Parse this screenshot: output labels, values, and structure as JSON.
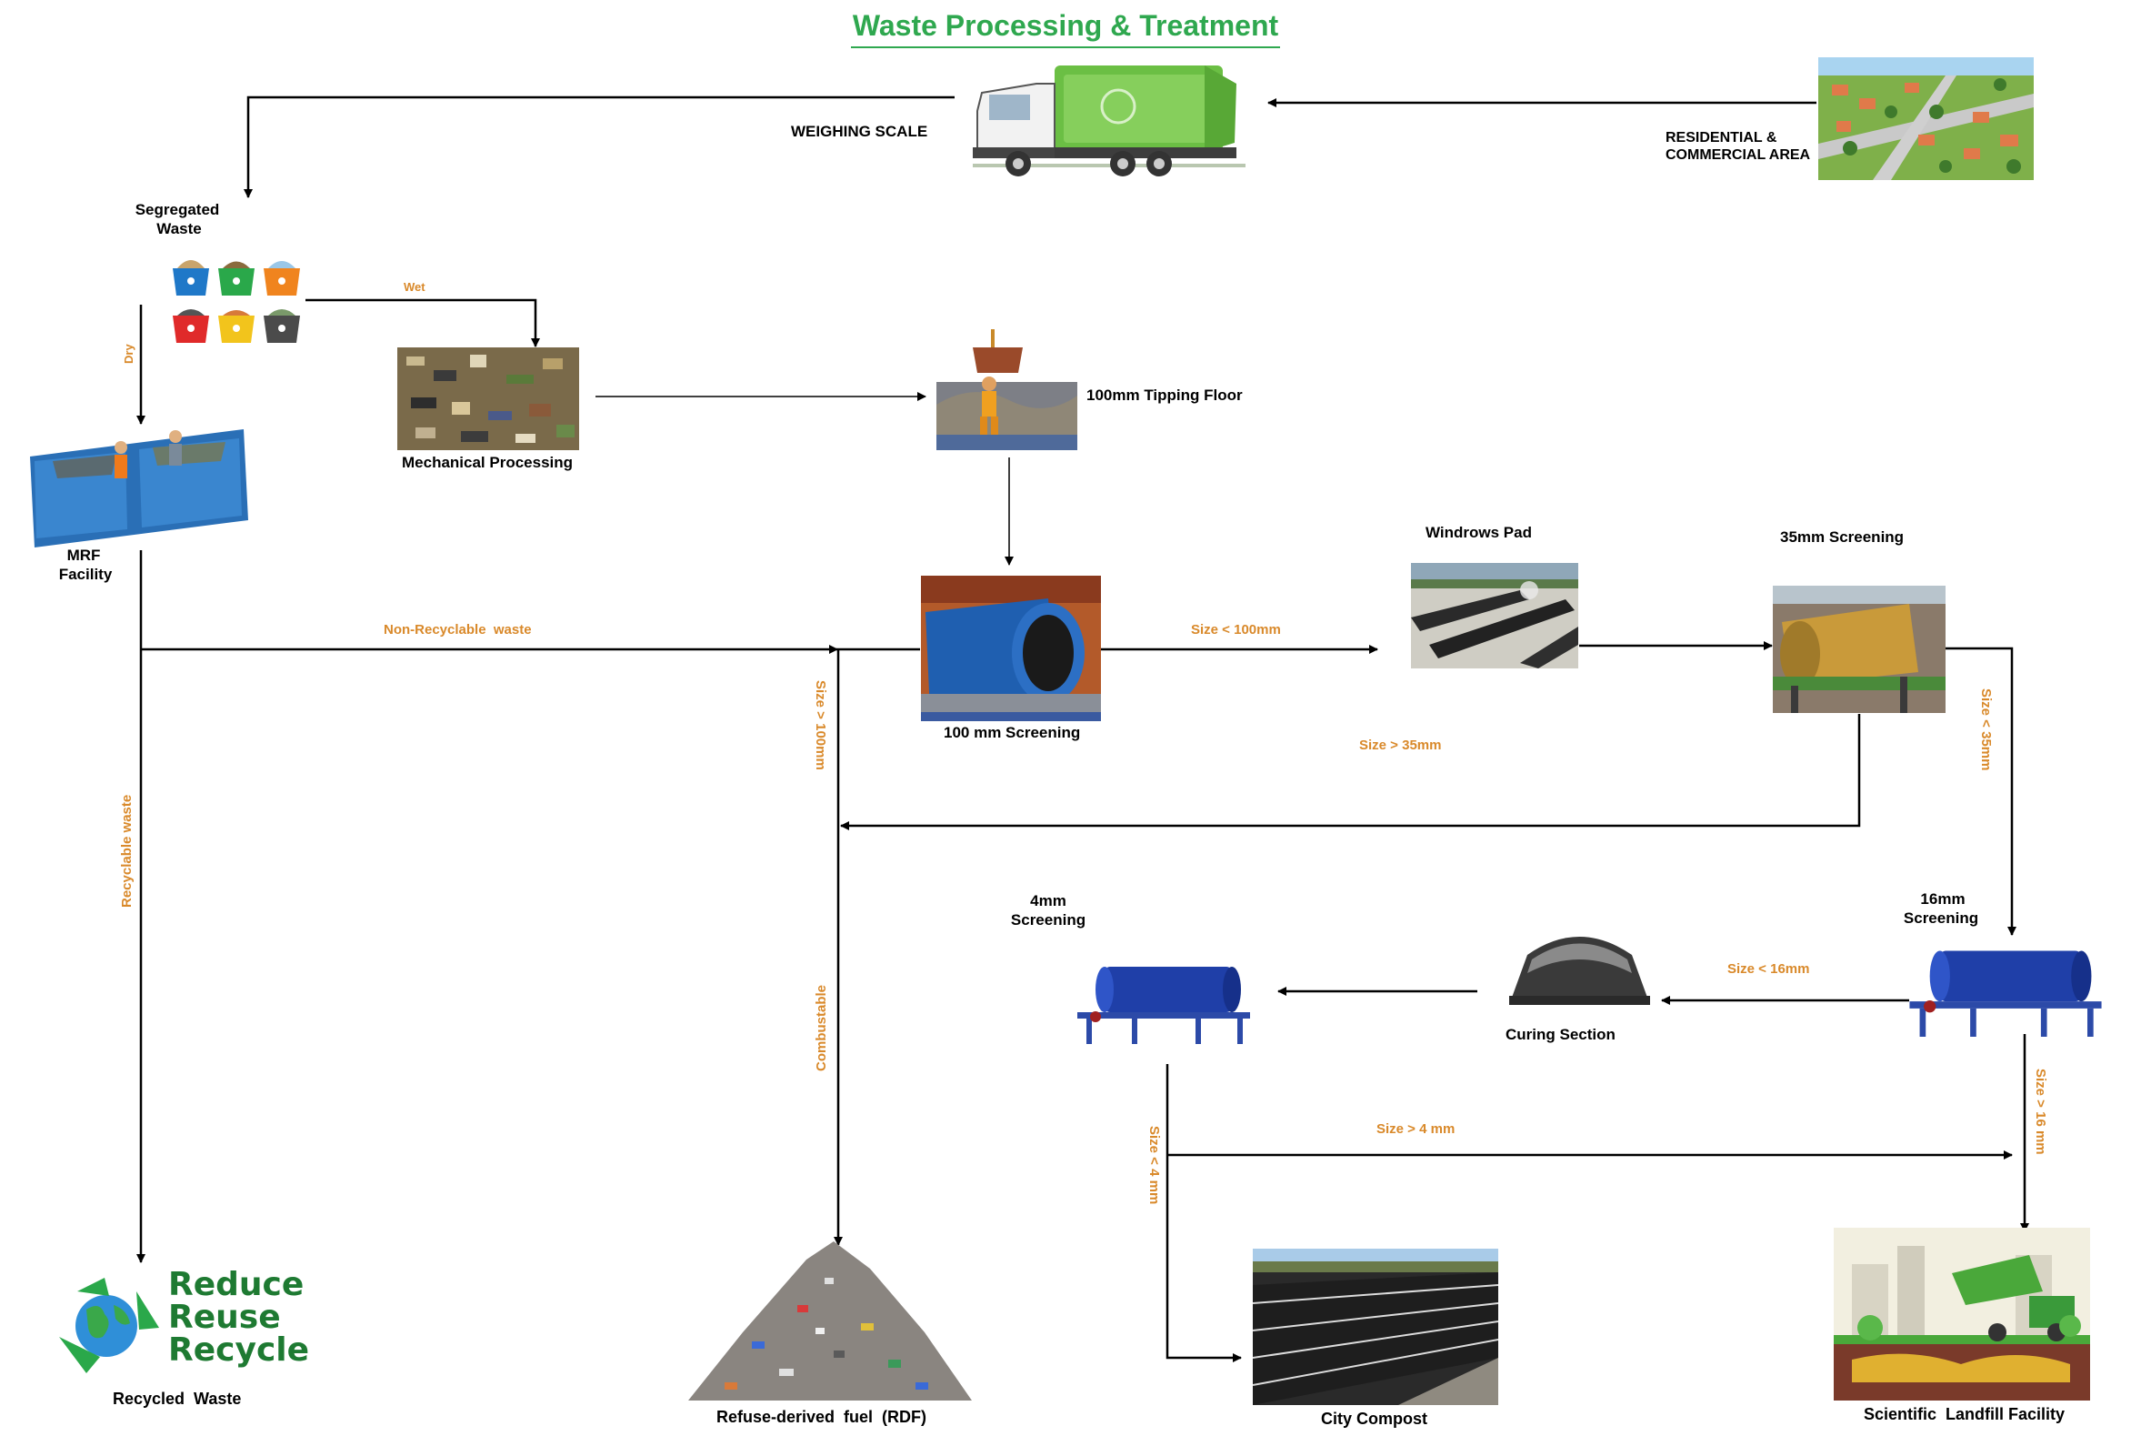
{
  "title": "Waste Processing & Treatment",
  "nodes": {
    "weighing_scale": "WEIGHING SCALE",
    "residential_line1": "RESIDENTIAL &",
    "residential_line2": "COMMERCIAL AREA",
    "segregated_line1": "Segregated",
    "segregated_line2": "Waste",
    "mechanical": "Mechanical Processing",
    "tipping_floor": "100mm Tipping Floor",
    "mrf_line1": "MRF",
    "mrf_line2": "Facility",
    "screening_100": "100 mm Screening",
    "windrows": "Windrows Pad",
    "screening_35": "35mm Screening",
    "screening_4_line1": "4mm",
    "screening_4_line2": "Screening",
    "screening_16_line1": "16mm",
    "screening_16_line2": "Screening",
    "curing": "Curing Section",
    "recycled": "Recycled  Waste",
    "rdf": "Refuse-derived  fuel  (RDF)",
    "compost": "City Compost",
    "landfill": "Scientific  Landfill Facility"
  },
  "flows": {
    "wet": "Wet",
    "dry": "Dry",
    "non_recyclable": "Non-Recyclable  waste",
    "size_lt_100": "Size < 100mm",
    "size_gt_100": "Size > 100mm",
    "size_gt_35": "Size > 35mm",
    "size_lt_35": "Size < 35mm",
    "recyclable": "Recyclable waste",
    "combustable": "Combustable",
    "size_lt_16": "Size < 16mm",
    "size_gt_4": "Size > 4 mm",
    "size_lt_4": "Size < 4 mm",
    "size_gt_16": "Size > 16 mm"
  },
  "logo": {
    "line1": "Reduce",
    "line2": "Reuse",
    "line3": "Recycle"
  },
  "colors": {
    "title": "#2fa84f",
    "flow_label": "#d9892a",
    "arrow": "#000000",
    "truck_green": "#6bbf44",
    "drum_blue": "#1f3fa8"
  }
}
